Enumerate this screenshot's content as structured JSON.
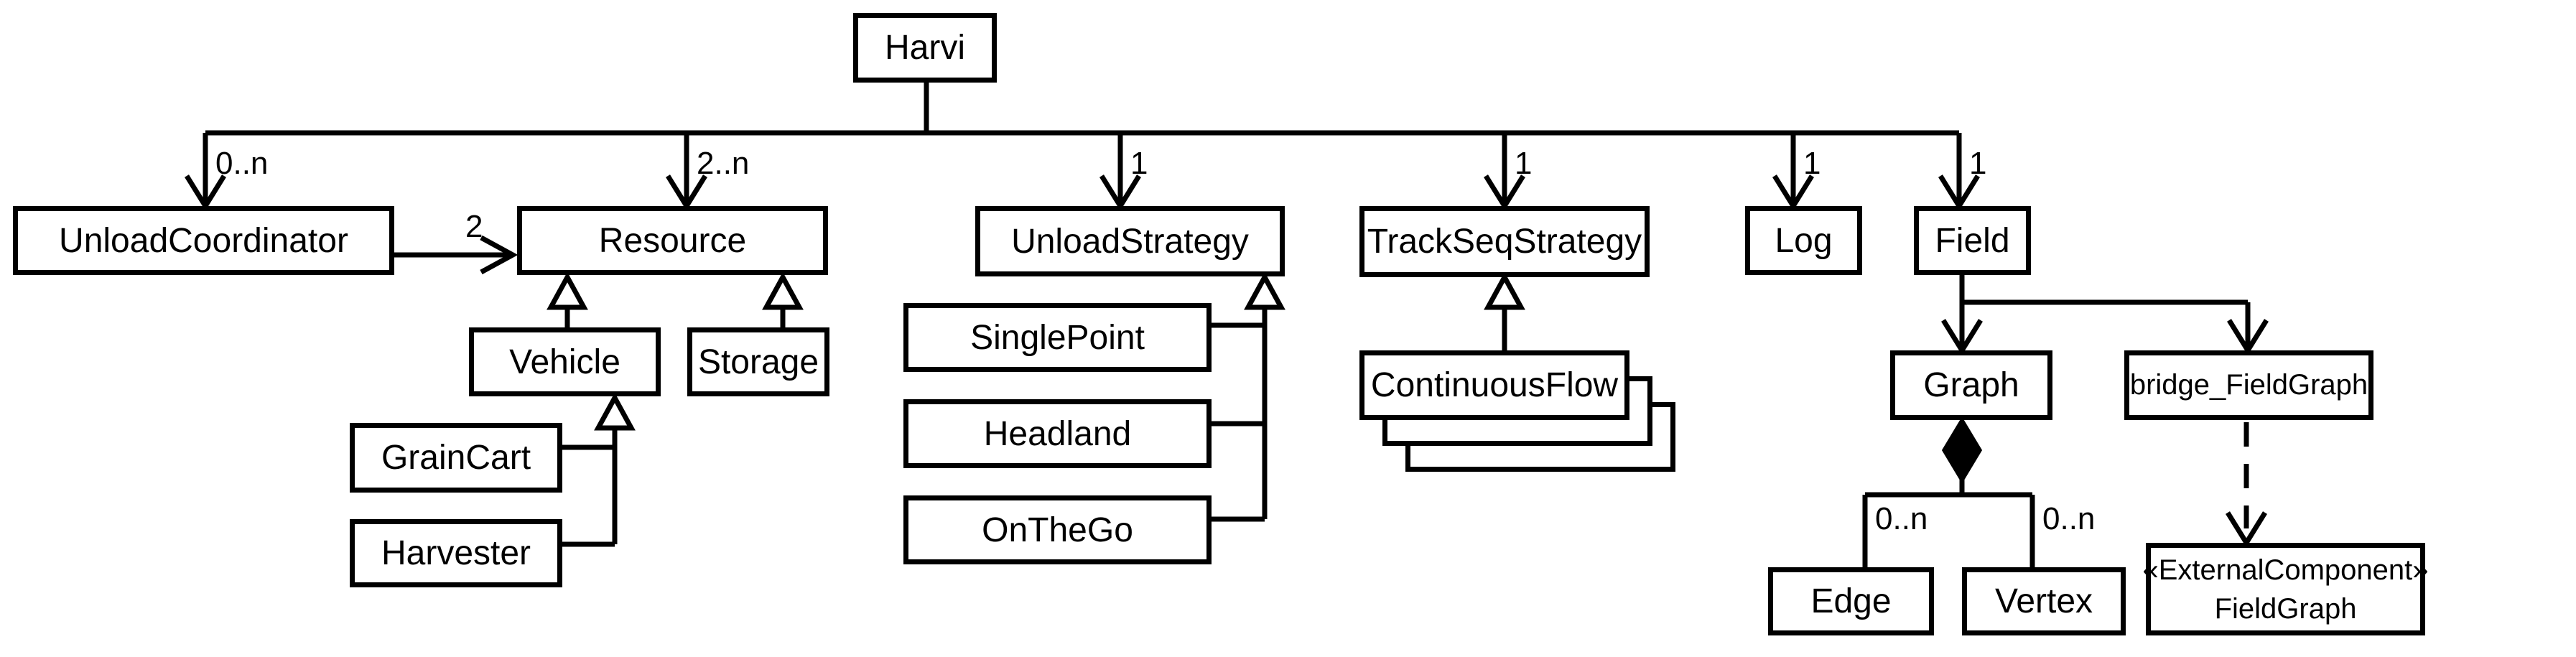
{
  "nodes": {
    "harvi": {
      "label": "Harvi"
    },
    "unload_coordinator": {
      "label": "UnloadCoordinator"
    },
    "resource": {
      "label": "Resource"
    },
    "unload_strategy": {
      "label": "UnloadStrategy"
    },
    "track_seq_strategy": {
      "label": "TrackSeqStrategy"
    },
    "log": {
      "label": "Log"
    },
    "field": {
      "label": "Field"
    },
    "vehicle": {
      "label": "Vehicle"
    },
    "storage": {
      "label": "Storage"
    },
    "grain_cart": {
      "label": "GrainCart"
    },
    "harvester": {
      "label": "Harvester"
    },
    "single_point": {
      "label": "SinglePoint"
    },
    "headland": {
      "label": "Headland"
    },
    "on_the_go": {
      "label": "OnTheGo"
    },
    "continuous_flow": {
      "label": "ContinuousFlow"
    },
    "graph": {
      "label": "Graph"
    },
    "bridge_field_graph": {
      "label": "bridge_FieldGraph"
    },
    "edge": {
      "label": "Edge"
    },
    "vertex": {
      "label": "Vertex"
    },
    "field_graph": {
      "stereotype": "«ExternalComponent»",
      "label": "FieldGraph"
    }
  },
  "multiplicities": {
    "to_unload_coordinator": "0..n",
    "to_resource": "2..n",
    "to_unload_strategy": "1",
    "to_track_seq_strategy": "1",
    "to_log": "1",
    "to_field": "1",
    "coordinator_to_resource": "2",
    "graph_to_edge": "0..n",
    "graph_to_vertex": "0..n"
  },
  "colors": {
    "line": "#000000",
    "fill": "#ffffff"
  }
}
